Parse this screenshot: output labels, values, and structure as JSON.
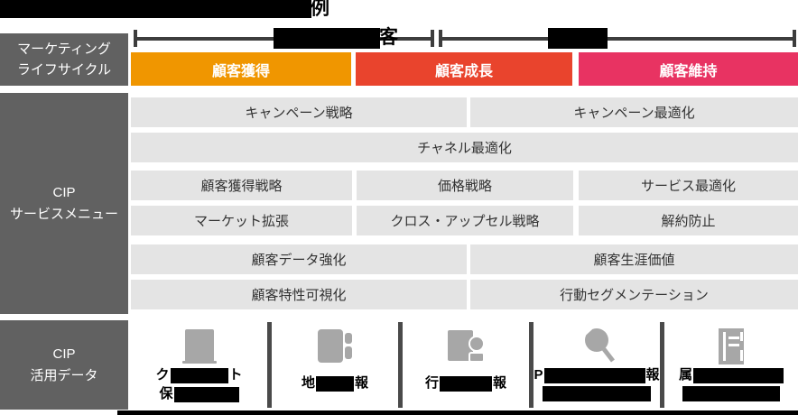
{
  "page": {
    "title": {
      "redacted": true,
      "visible_suffix": "例"
    }
  },
  "sidebar": {
    "lifecycle": {
      "line1": "マーケティング",
      "line2": "ライフサイクル"
    },
    "service": {
      "line1": "CIP",
      "line2": "サービスメニュー"
    },
    "data": {
      "line1": "CIP",
      "line2": "活用データ"
    }
  },
  "lifecycle": {
    "arrow1": {
      "redacted": true,
      "visible_text": "客"
    },
    "arrow2": {
      "redacted": true,
      "visible_text": ""
    },
    "stages": [
      {
        "label": "顧客獲得",
        "color": "#F09600"
      },
      {
        "label": "顧客成長",
        "color": "#E9442D"
      },
      {
        "label": "顧客維持",
        "color": "#E83362"
      }
    ]
  },
  "service_menu": {
    "cells": [
      {
        "label": "キャンペーン戦略"
      },
      {
        "label": "キャンペーン最適化"
      },
      {
        "label": "チャネル最適化"
      },
      {
        "label": "顧客獲得戦略"
      },
      {
        "label": "価格戦略"
      },
      {
        "label": "サービス最適化"
      },
      {
        "label": "マーケット拡張"
      },
      {
        "label": "クロス・アップセル戦略"
      },
      {
        "label": "解約防止"
      },
      {
        "label": "顧客データ強化"
      },
      {
        "label": "顧客生涯価値"
      },
      {
        "label": "顧客特性可視化"
      },
      {
        "label": "行動セグメンテーション"
      }
    ]
  },
  "data_items": [
    {
      "icon": "credit-card-icon",
      "line1_prefix": "ク",
      "line1_suffix": "ト",
      "line2_prefix": "保",
      "redacted": true
    },
    {
      "icon": "map-icon",
      "prefix": "地",
      "suffix": "報",
      "redacted": true
    },
    {
      "icon": "behavior-icon",
      "prefix": "行",
      "suffix": "報",
      "redacted": true
    },
    {
      "icon": "magnifier-icon",
      "prefix": "P",
      "suffix": "報",
      "redacted": true
    },
    {
      "icon": "document-icon",
      "prefix": "属",
      "suffix": "",
      "redacted": true
    }
  ],
  "colors": {
    "sidebar_gray": "#616161",
    "cell_gray": "#E4E4E4",
    "stage_orange": "#F09600",
    "stage_red": "#E9442D",
    "stage_pink": "#E83362",
    "arrow_dark": "#3D3D3D",
    "icon_gray": "#A7A7A7",
    "redaction_black": "#000000"
  }
}
